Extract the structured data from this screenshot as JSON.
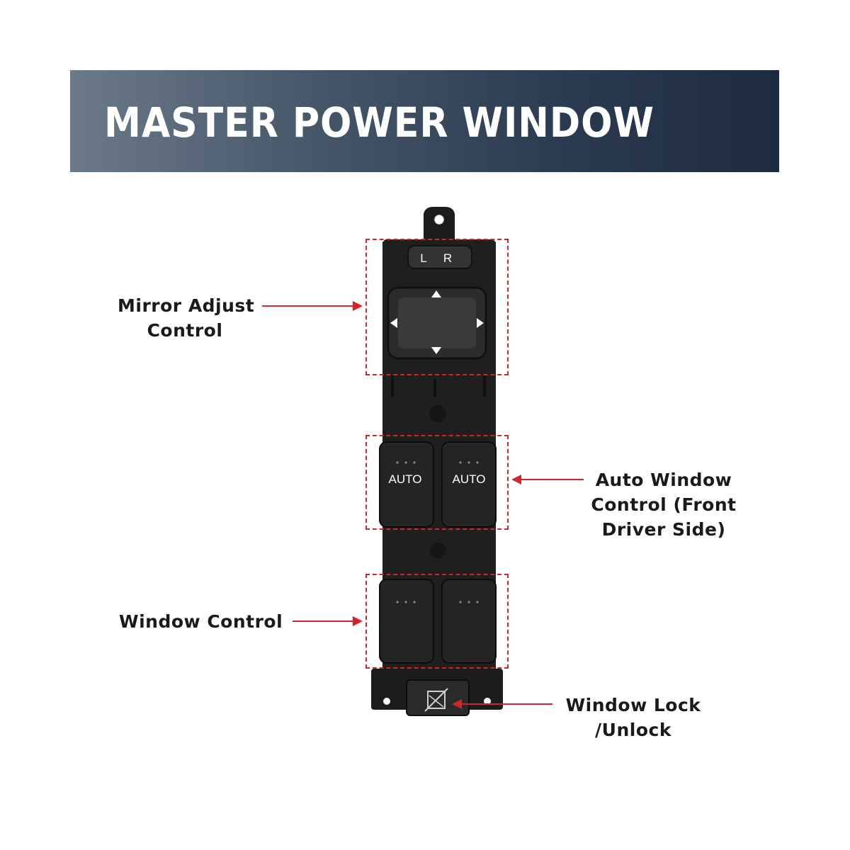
{
  "banner": {
    "title": "MASTER POWER WINDOW"
  },
  "switch": {
    "mirror_selector": {
      "left": "L",
      "right": "R"
    },
    "auto_buttons": [
      "AUTO",
      "AUTO"
    ]
  },
  "callouts": {
    "mirror": {
      "line1": "Mirror Adjust",
      "line2": "Control"
    },
    "auto_window": {
      "line1": "Auto Window",
      "line2": "Control (Front",
      "line3": "Driver Side)"
    },
    "window_control": {
      "line1": "Window Control"
    },
    "window_lock": {
      "line1": "Window Lock",
      "line2": "/Unlock"
    }
  },
  "colors": {
    "callout_red": "#d0252a",
    "banner_dark": "#1d2b40",
    "banner_light": "#6b7a8a"
  }
}
